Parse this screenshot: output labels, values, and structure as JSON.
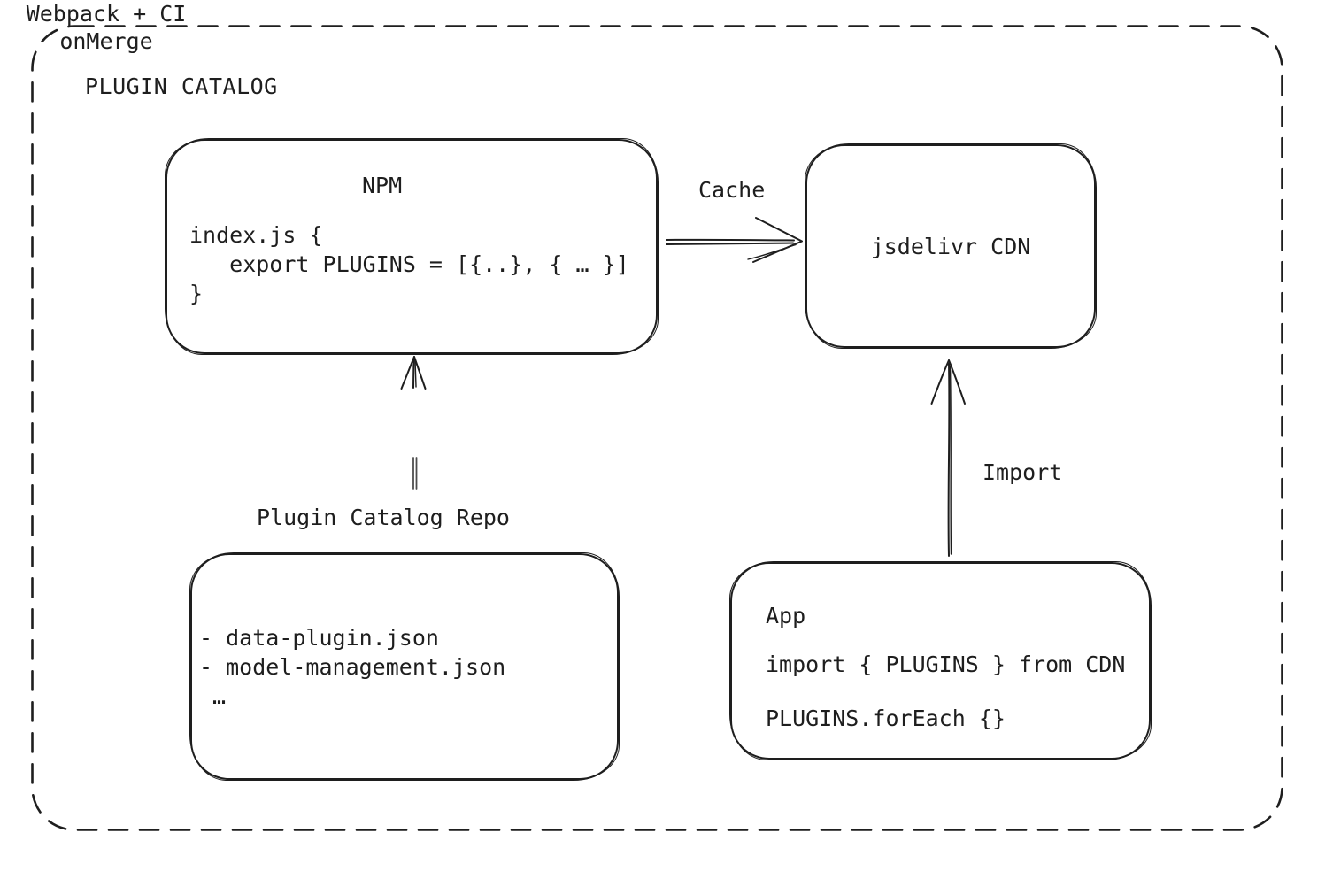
{
  "page": {
    "background": "#ffffff",
    "ink_color": "#1e1e1e",
    "connector_color": "#4d4d4d"
  },
  "diagram": {
    "title": "PLUGIN CATALOG",
    "npm": {
      "title": "NPM",
      "code_lines": [
        "index.js {",
        "   export PLUGINS = [{..}, { … }]",
        "}"
      ]
    },
    "cdn": {
      "label": "jsdelivr CDN"
    },
    "repo": {
      "label": "Plugin Catalog Repo",
      "files": [
        "- data-plugin.json",
        "- model-management.json",
        " …"
      ]
    },
    "app": {
      "title": "App",
      "code_lines": [
        "import { PLUGINS } from CDN",
        "PLUGINS.forEach {}"
      ]
    },
    "edges": {
      "cache": "Cache",
      "build_line1": "Webpack + CI",
      "build_line2": "onMerge",
      "import": "Import"
    }
  }
}
